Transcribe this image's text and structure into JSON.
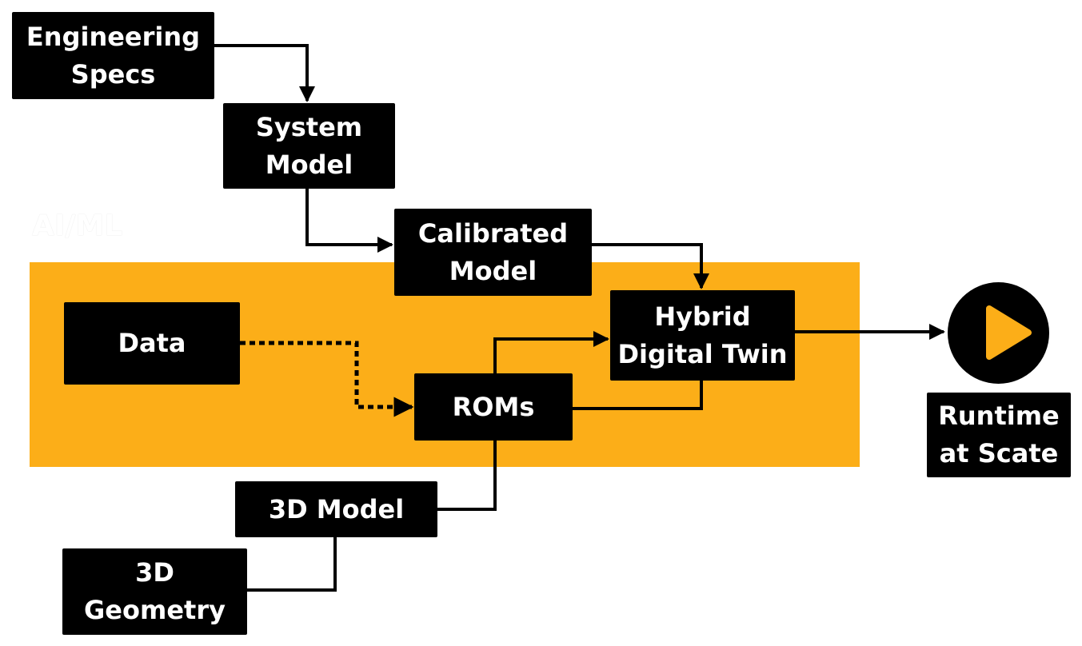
{
  "region": {
    "label": "AI/ML",
    "color": "#fcae18"
  },
  "nodes": {
    "specs": "Engineering\nSpecs",
    "system": "System\nModel",
    "calibrated": "Calibrated\nModel",
    "hybrid": "Hybrid\nDigital Twin",
    "data": "Data",
    "roms": "ROMs",
    "model3d": "3D Model",
    "geometry3d": "3D\nGeometry",
    "runtime": "Runtime\nat Scate"
  },
  "icons": {
    "runtime": "play-icon"
  },
  "colors": {
    "node_fill": "#000000",
    "node_text": "#ffffff",
    "accent": "#fcae18"
  }
}
